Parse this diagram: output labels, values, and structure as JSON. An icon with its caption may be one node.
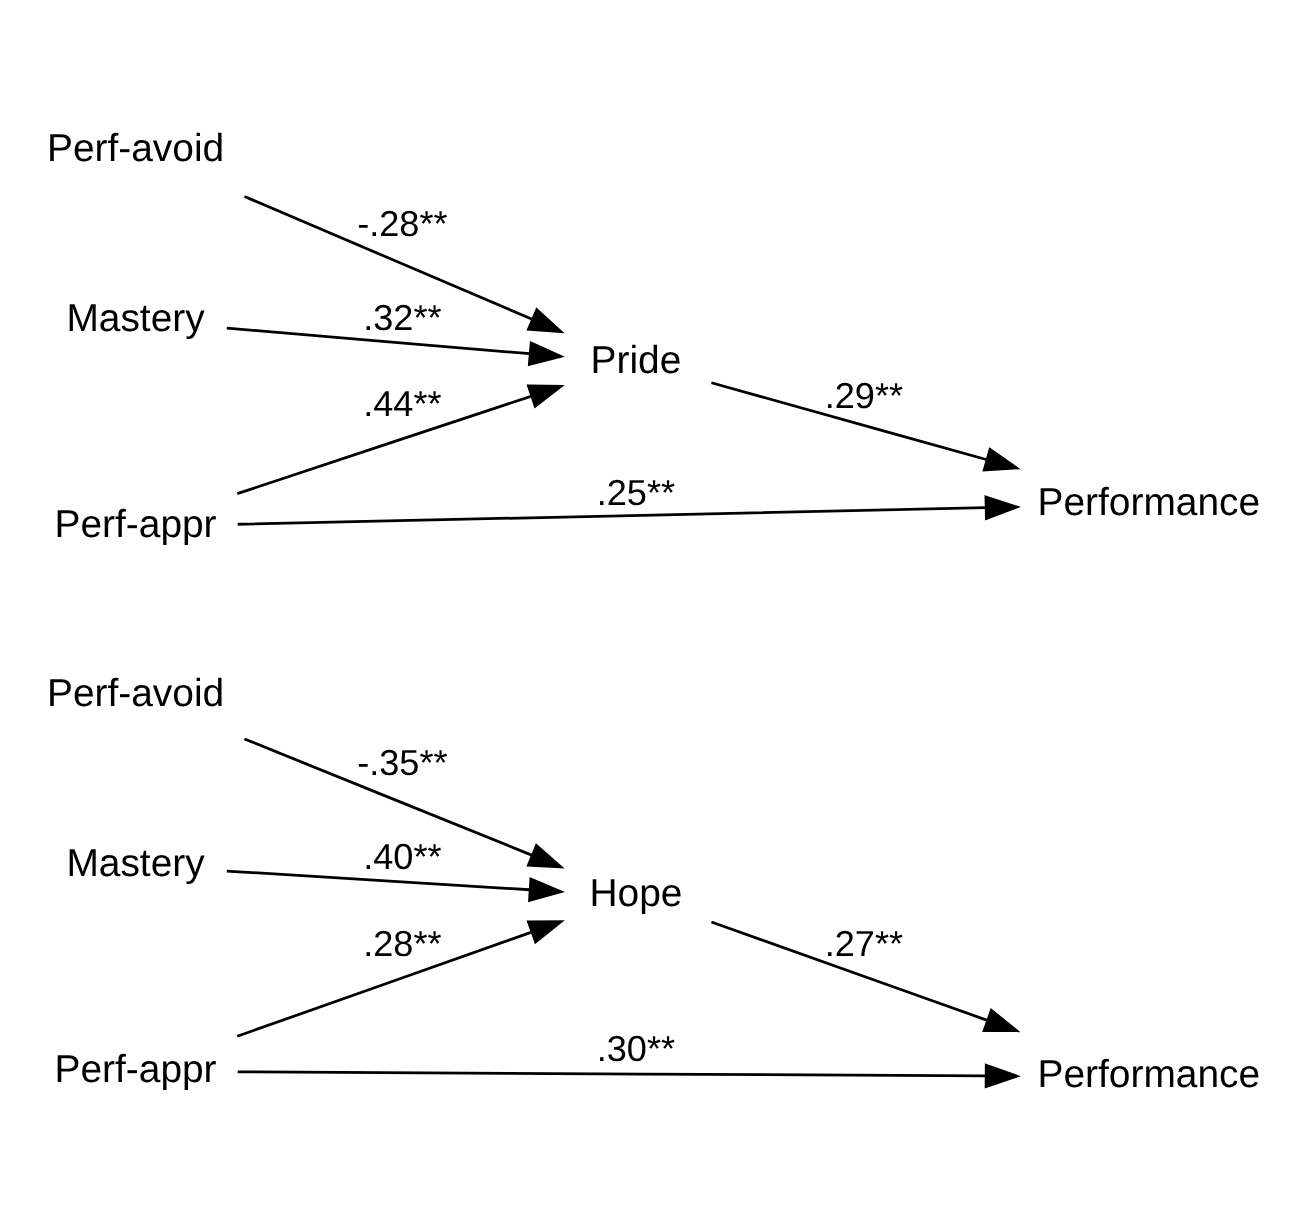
{
  "diagram": {
    "nodes": [
      {
        "text": [
          "Mastery"
        ]
      },
      {
        "text": [
          "Perf-appr"
        ]
      },
      {
        "text": [
          "Perf-avoid"
        ]
      },
      {
        "text": [
          "Hope"
        ]
      },
      {
        "text": [
          "Performance"
        ]
      },
      {
        "text": [
          "Mastery"
        ]
      },
      {
        "text": [
          "Perf-appr"
        ]
      },
      {
        "text": [
          "Perf-avoid"
        ]
      },
      {
        "text": [
          "Pride"
        ]
      },
      {
        "text": [
          "Performance"
        ]
      }
    ],
    "edges": [
      {
        "from": 0,
        "to": 3,
        "arrow": "to",
        "label": ".40**"
      },
      {
        "from": 1,
        "to": 4,
        "arrow": "to",
        "label": ".30**"
      },
      {
        "from": 1,
        "to": 3,
        "arrow": "to",
        "label": ".28**"
      },
      {
        "from": 2,
        "to": 3,
        "arrow": "to",
        "label": "-.35**"
      },
      {
        "from": 3,
        "to": 4,
        "arrow": "to",
        "label": ".27**"
      },
      {
        "from": 5,
        "to": 8,
        "arrow": "to",
        "label": ".32**"
      },
      {
        "from": 6,
        "to": 9,
        "arrow": "to",
        "label": ".25**"
      },
      {
        "from": 6,
        "to": 8,
        "arrow": "to",
        "label": ".44**"
      },
      {
        "from": 7,
        "to": 8,
        "arrow": "to",
        "label": "-.28**"
      },
      {
        "from": 8,
        "to": 9,
        "arrow": "to",
        "label": ".29**"
      }
    ]
  }
}
